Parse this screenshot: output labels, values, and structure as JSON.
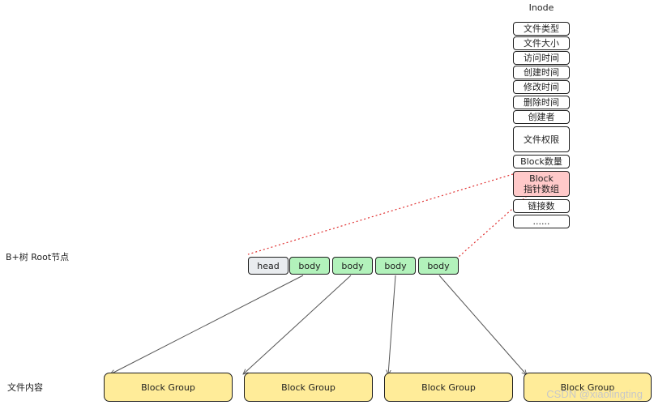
{
  "inode": {
    "title": "Inode",
    "fields": [
      "文件类型",
      "文件大小",
      "访问时间",
      "创建时间",
      "修改时间",
      "删除时间",
      "创建者",
      "文件权限",
      "Block数量",
      "Block\n指针数组",
      "链接数",
      "......"
    ],
    "highlight_index": 9,
    "highlight_color": "#ffc9c9"
  },
  "btree": {
    "label": "B+树 Root节点",
    "nodes": [
      "head",
      "body",
      "body",
      "body",
      "body"
    ],
    "head_color": "#e9ecef",
    "body_color": "#b2f2bb"
  },
  "content": {
    "label": "文件内容",
    "blocks": [
      "Block Group",
      "Block Group",
      "Block Group",
      "Block Group"
    ],
    "block_color": "#ffec99"
  },
  "colors": {
    "pointer_line": "#e03131",
    "arrow": "#555555"
  },
  "watermark": "CSDN @xiaolingting"
}
